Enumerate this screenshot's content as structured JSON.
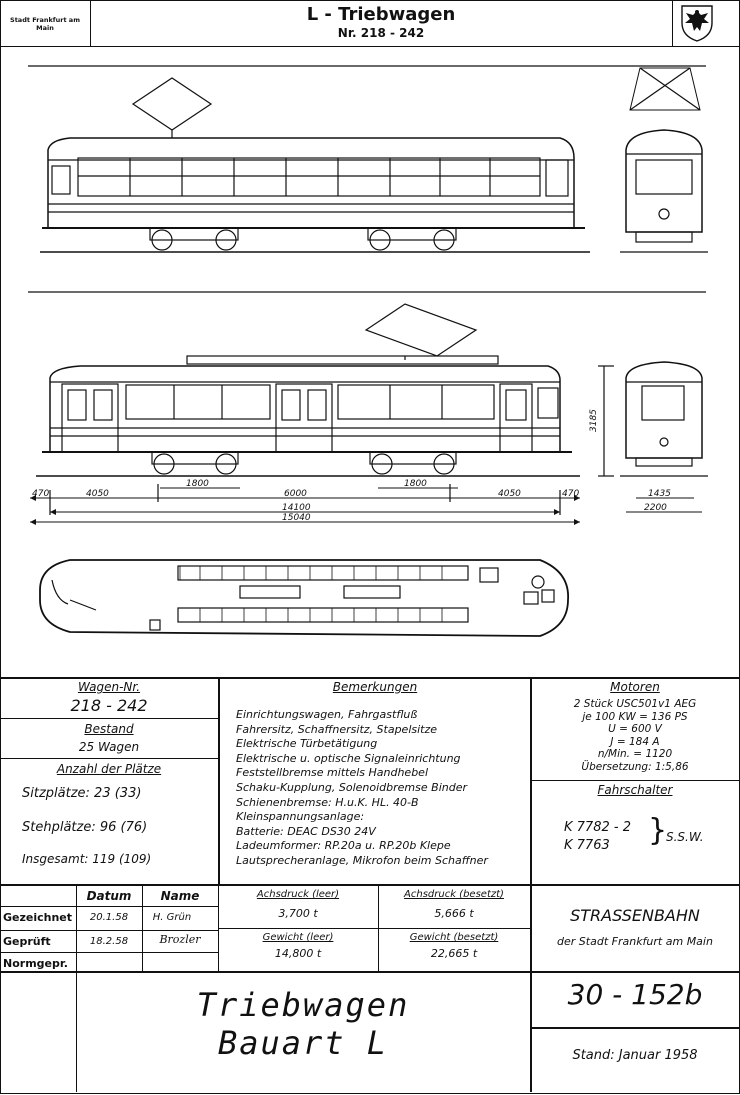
{
  "header": {
    "org": "Stadt Frankfurt am Main",
    "title": "L - Triebwagen",
    "subtitle": "Nr. 218 - 242"
  },
  "dimensions": {
    "d470_left": "470",
    "d4050_left": "4050",
    "d1800_left": "1800",
    "d6000": "6000",
    "d1800_right": "1800",
    "d4050_right": "4050",
    "d470_right": "470",
    "d14100": "14100",
    "d15040": "15040",
    "d3185": "3185",
    "d1435": "1435",
    "d2200": "2200"
  },
  "info": {
    "wagen_nr_label": "Wagen-Nr.",
    "wagen_nr_value": "218 - 242",
    "bestand_label": "Bestand",
    "bestand_value": "25 Wagen",
    "plaetze_label": "Anzahl der Plätze",
    "sitz": "Sitzplätze: 23 (33)",
    "steh": "Stehplätze: 96 (76)",
    "gesamt": "Insgesamt: 119 (109)"
  },
  "bemerkungen": {
    "label": "Bemerkungen",
    "lines": [
      "Einrichtungswagen, Fahrgastfluß",
      "Fahrersitz, Schaffnersitz, Stapelsitze",
      "Elektrische Türbetätigung",
      "Elektrische u. optische Signaleinrichtung",
      "Feststellbremse mittels Handhebel",
      "Schaku-Kupplung, Solenoidbremse Binder",
      "Schienenbremse: H.u.K. HL. 40-B",
      "Kleinspannungsanlage:",
      "Batterie: DEAC DS30 24V",
      "Ladeumformer: RP.20a u. RP.20b Klepe",
      "Lautsprecheranlage, Mikrofon beim Schaffner"
    ]
  },
  "motoren": {
    "label": "Motoren",
    "lines": [
      "2 Stück USC501v1 AEG",
      "je 100 KW = 136 PS",
      "U = 600 V",
      "J = 184 A",
      "n/Min. = 1120",
      "Übersetzung: 1:5,86"
    ]
  },
  "fahrschalter": {
    "label": "Fahrschalter",
    "line1": "K 7782 - 2",
    "line2": "K 7763",
    "maker": "S.S.W."
  },
  "signoff": {
    "col_datum": "Datum",
    "col_name": "Name",
    "rows": [
      {
        "label": "Gezeichnet",
        "datum": "20.1.58",
        "name": "H. Grün"
      },
      {
        "label": "Geprüft",
        "datum": "18.2.58",
        "name": "Brozler"
      },
      {
        "label": "Normgepr.",
        "datum": "",
        "name": ""
      }
    ]
  },
  "achsdruck": {
    "leer_label": "Achsdruck (leer)",
    "leer_value": "3,700 t",
    "besetzt_label": "Achsdruck (besetzt)",
    "besetzt_value": "5,666 t",
    "gewicht_leer_label": "Gewicht (leer)",
    "gewicht_leer_value": "14,800 t",
    "gewicht_besetzt_label": "Gewicht (besetzt)",
    "gewicht_besetzt_value": "22,665 t"
  },
  "company": {
    "line1": "STRASSENBAHN",
    "line2": "der Stadt Frankfurt am Main"
  },
  "title_block": {
    "line1": "Triebwagen",
    "line2": "Bauart L",
    "number": "30 - 152b",
    "stand": "Stand: Januar 1958"
  }
}
